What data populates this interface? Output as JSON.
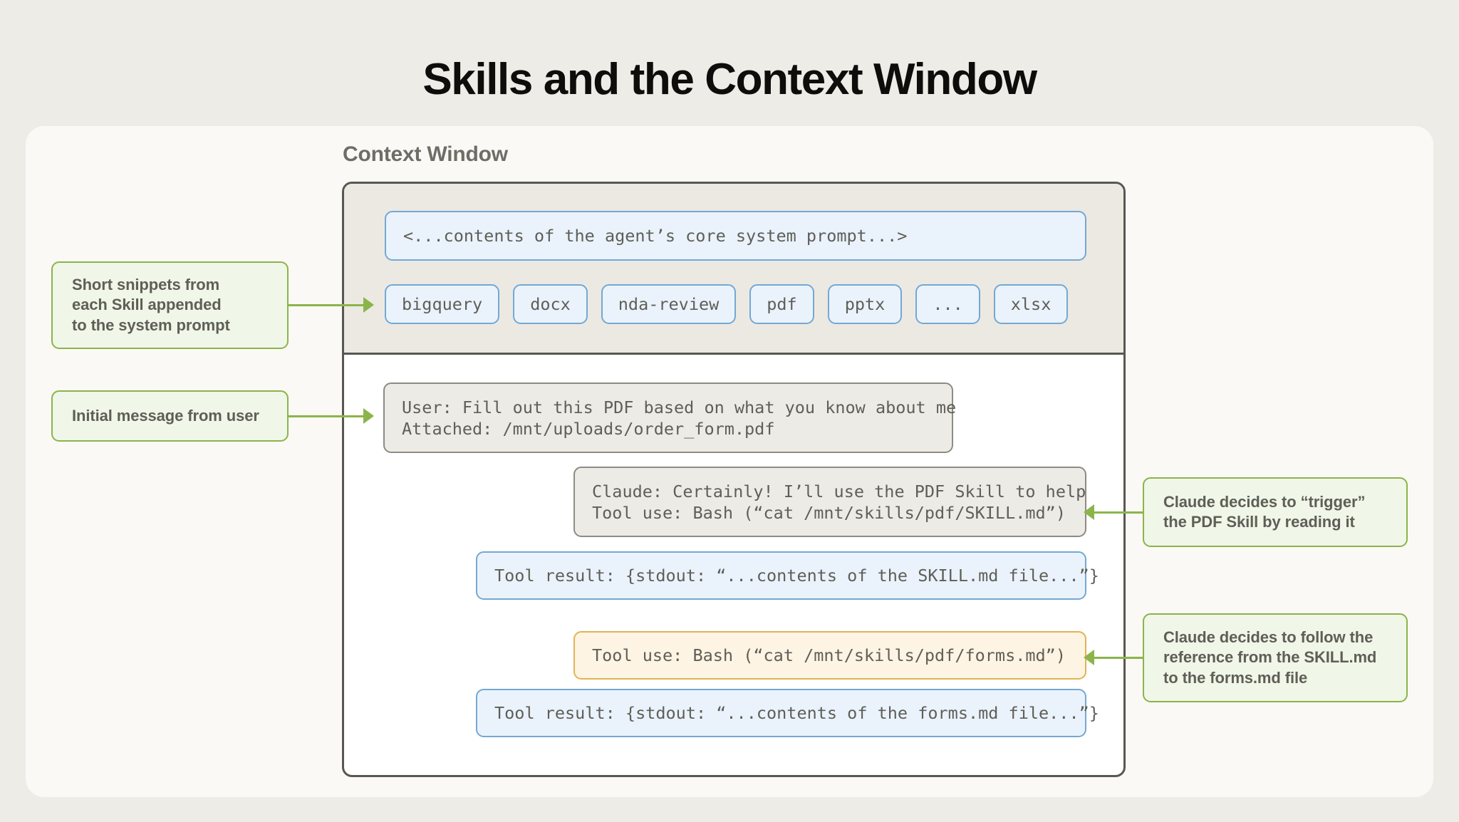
{
  "title": "Skills and the Context Window",
  "context_window": {
    "caption": "Context Window",
    "system_prompt": "<...contents of the agent’s core system prompt...>",
    "skill_chips": [
      "bigquery",
      "docx",
      "nda-review",
      "pdf",
      "pptx",
      "...",
      "xlsx"
    ],
    "messages": [
      {
        "role": "user",
        "style": "grey",
        "line1": "User: Fill out this PDF based on what you know about me",
        "line2": "Attached: /mnt/uploads/order_form.pdf"
      },
      {
        "role": "assistant",
        "style": "grey",
        "line1": "Claude: Certainly! I’ll use the PDF Skill to help",
        "line2": "Tool use: Bash (“cat /mnt/skills/pdf/SKILL.md”)"
      },
      {
        "role": "tool-result",
        "style": "blue",
        "line1": "Tool result: {stdout: “...contents of the SKILL.md file...”}"
      },
      {
        "role": "tool-use",
        "style": "orange",
        "line1": "Tool use: Bash (“cat /mnt/skills/pdf/forms.md”)"
      },
      {
        "role": "tool-result",
        "style": "blue",
        "line1": "Tool result: {stdout: “...contents of the forms.md file...”}"
      }
    ]
  },
  "annotations": [
    {
      "id": "skill-snippets",
      "side": "left",
      "line1": "Short snippets from",
      "line2": "each Skill appended",
      "line3": "to the system prompt"
    },
    {
      "id": "initial-user-message",
      "side": "left",
      "line1": "Initial message from user"
    },
    {
      "id": "trigger-pdf-skill",
      "side": "right",
      "line1": "Claude decides to “trigger”",
      "line2": "the PDF Skill by reading it"
    },
    {
      "id": "follow-reference",
      "side": "right",
      "line1": "Claude decides to follow the",
      "line2": "reference from the SKILL.md",
      "line3": "to the forms.md file"
    }
  ],
  "colors": {
    "page_background": "#eeece6",
    "card_background": "#faf9f5",
    "system_band": "#ece9e3",
    "blue_border": "#74a8d4",
    "blue_fill": "#eaf3fb",
    "grey_border": "#8d8b84",
    "grey_fill": "#edebe5",
    "orange_border": "#e3b353",
    "orange_fill": "#fdf4e3",
    "green_border": "#8cb44a",
    "green_fill": "#f0f6e8",
    "window_border": "#585751",
    "text": "#5f5e58",
    "title_text": "#0d0d0c"
  }
}
